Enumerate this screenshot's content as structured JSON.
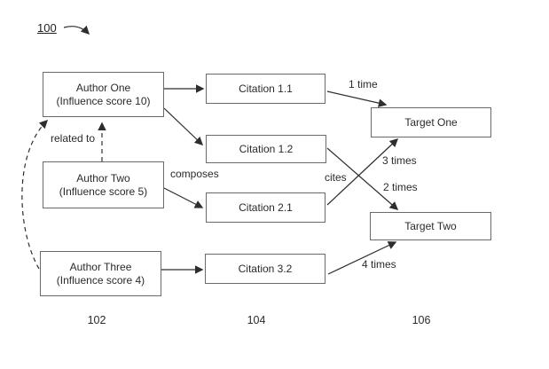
{
  "figure": {
    "number": "100",
    "reference_numbers": {
      "authors_column": "102",
      "citations_column": "104",
      "targets_column": "106"
    }
  },
  "nodes": {
    "authors": [
      {
        "name": "Author One",
        "score": "(Influence score 10)"
      },
      {
        "name": "Author Two",
        "score": "(Influence score 5)"
      },
      {
        "name": "Author Three",
        "score": "(Influence score 4)"
      }
    ],
    "citations": [
      "Citation 1.1",
      "Citation 1.2",
      "Citation 2.1",
      "Citation 3.2"
    ],
    "targets": [
      "Target One",
      "Target Two"
    ]
  },
  "edges": {
    "related_to_label": "related to",
    "composes_label": "composes",
    "cites_label": "cites",
    "counts": {
      "citation11_to_target1": "1 time",
      "citation21_to_target1": "3 times",
      "citation12_to_target2": "2 times",
      "citation32_to_target2": "4 times"
    }
  },
  "colors": {
    "background": "#ffffff",
    "box_border": "#6a6a6a",
    "line": "#2e2e2e",
    "text": "#2a2a2a"
  }
}
